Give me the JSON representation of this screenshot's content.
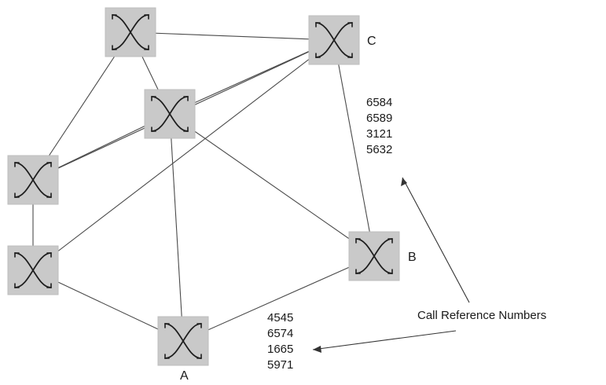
{
  "nodes": [
    {
      "id": "n-top-left",
      "label": ""
    },
    {
      "id": "n-c",
      "label": "C"
    },
    {
      "id": "n-center",
      "label": ""
    },
    {
      "id": "n-left-upper",
      "label": ""
    },
    {
      "id": "n-left-lower",
      "label": ""
    },
    {
      "id": "n-b",
      "label": "B"
    },
    {
      "id": "n-a",
      "label": "A"
    }
  ],
  "links": [
    [
      "n-top-left",
      "n-c"
    ],
    [
      "n-top-left",
      "n-center"
    ],
    [
      "n-top-left",
      "n-left-upper"
    ],
    [
      "n-center",
      "n-c"
    ],
    [
      "n-center",
      "n-left-upper"
    ],
    [
      "n-center",
      "n-b"
    ],
    [
      "n-center",
      "n-a"
    ],
    [
      "n-c",
      "n-left-upper"
    ],
    [
      "n-c",
      "n-left-lower"
    ],
    [
      "n-c",
      "n-b"
    ],
    [
      "n-left-upper",
      "n-left-lower"
    ],
    [
      "n-left-lower",
      "n-a"
    ],
    [
      "n-a",
      "n-b"
    ]
  ],
  "call_refs_c_b": [
    "6584",
    "6589",
    "3121",
    "5632"
  ],
  "call_refs_a_b": [
    "4545",
    "6574",
    "1665",
    "5971"
  ],
  "annotation": "Call Reference Numbers",
  "colors": {
    "switch_fill": "#c9c9c9",
    "line": "#4a4a4a"
  }
}
